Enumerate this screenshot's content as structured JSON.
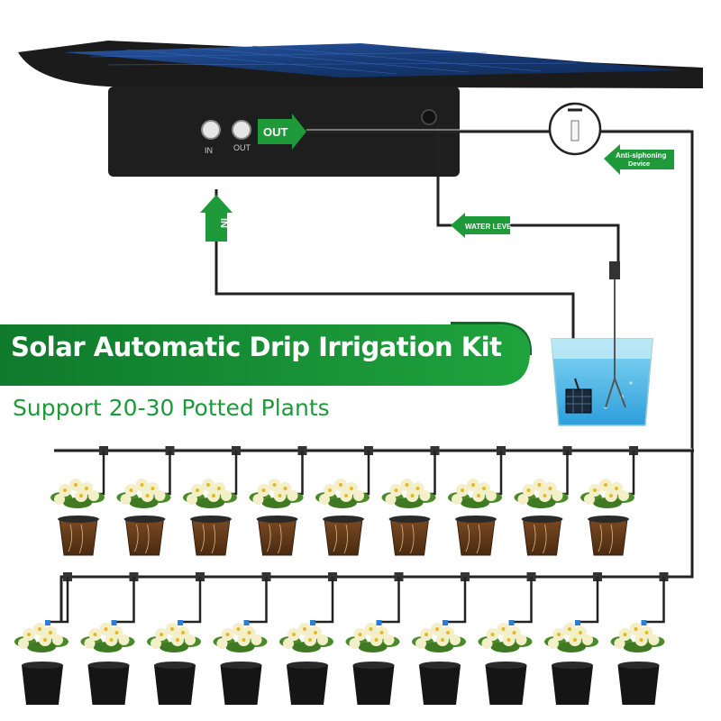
{
  "banner": {
    "title": "Solar Automatic  Drip Irrigation Kit",
    "subtitle": "Support 20-30 Potted Plants"
  },
  "labels": {
    "port_in": "IN",
    "port_out": "OUT",
    "out_arrow": "OUT",
    "in_arrow": "IN",
    "anti_siphon_line1": "Anti-siphoning",
    "anti_siphon_line2": "Device",
    "water_level": "WATER LEVE"
  },
  "colors": {
    "accent_green": "#1f9a3b",
    "panel_blue": "#1c3f78",
    "frame_black": "#1b1b1b",
    "water_blue": "#58c4ee"
  },
  "icons": [
    "solar-panel-icon",
    "pump-box-icon",
    "water-bucket-icon",
    "filter-icon",
    "flower-pot-icon",
    "dripper-icon"
  ]
}
